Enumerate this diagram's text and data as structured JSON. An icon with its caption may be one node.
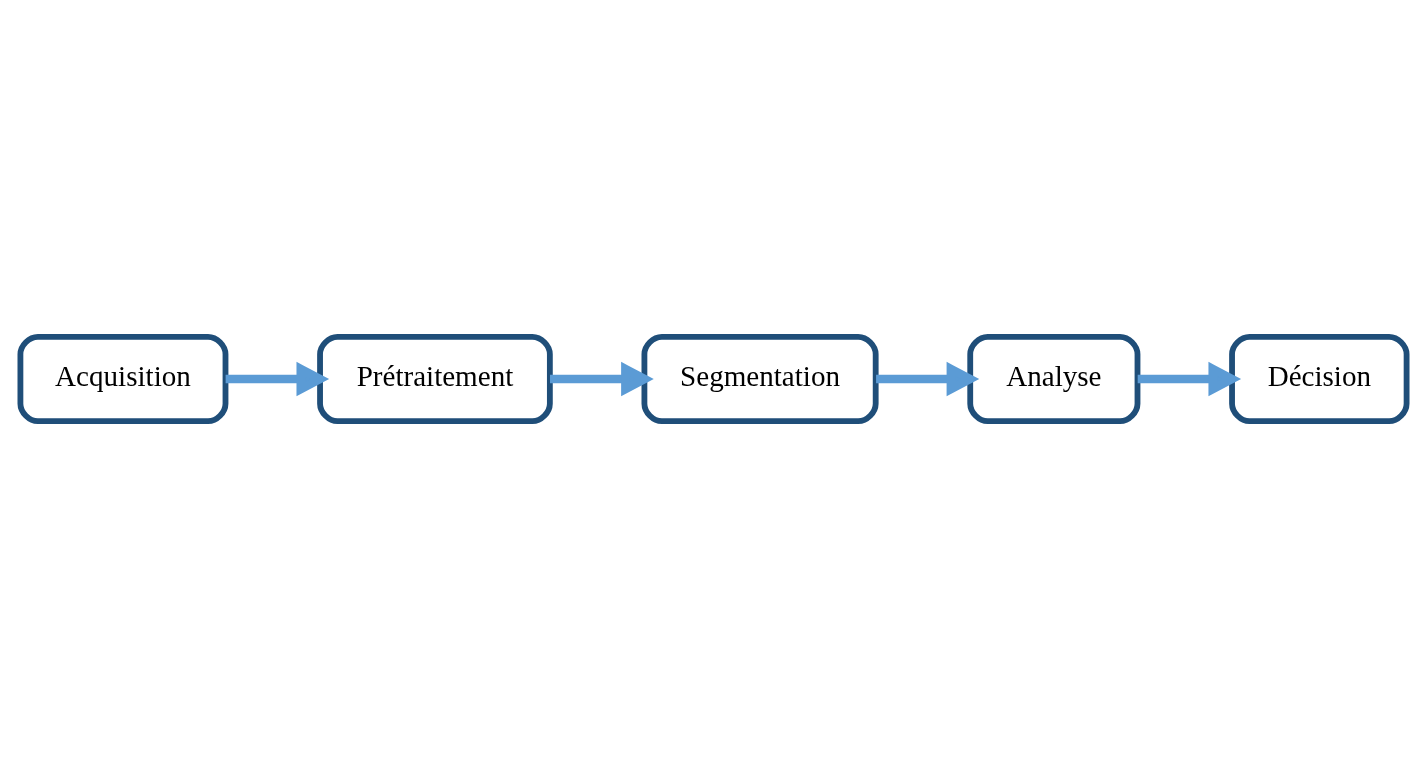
{
  "diagram": {
    "nodes": [
      {
        "text": [
          "Acquisition"
        ]
      },
      {
        "text": [
          "Prétraitement"
        ]
      },
      {
        "text": [
          "Segmentation"
        ]
      },
      {
        "text": [
          "Analyse"
        ]
      },
      {
        "text": [
          "Décision"
        ]
      }
    ],
    "edges": [
      {
        "from": 0,
        "to": 1,
        "arrow": "to"
      },
      {
        "from": 1,
        "to": 2,
        "arrow": "to"
      },
      {
        "from": 2,
        "to": 3,
        "arrow": "to"
      },
      {
        "from": 3,
        "to": 4,
        "arrow": "to"
      }
    ]
  }
}
